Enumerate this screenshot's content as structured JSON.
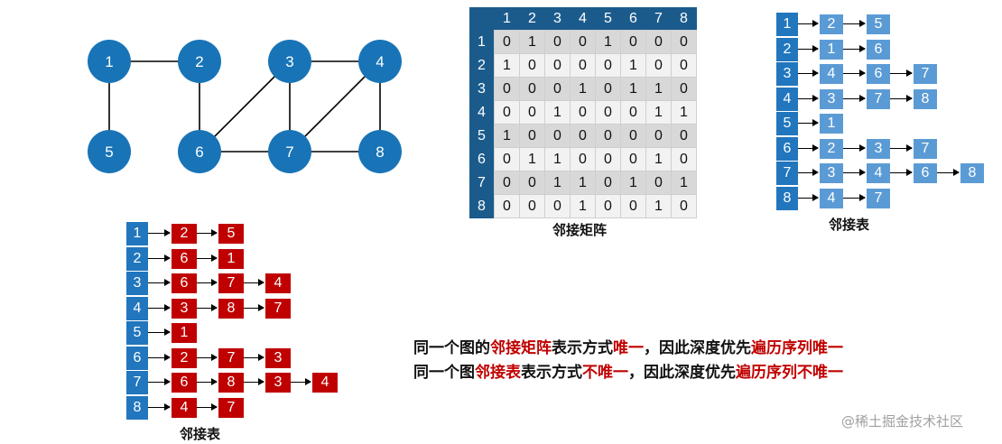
{
  "graph": {
    "nodes": [
      "1",
      "2",
      "3",
      "4",
      "5",
      "6",
      "7",
      "8"
    ],
    "edges": [
      [
        "1",
        "2"
      ],
      [
        "1",
        "5"
      ],
      [
        "2",
        "6"
      ],
      [
        "3",
        "4"
      ],
      [
        "3",
        "6"
      ],
      [
        "3",
        "7"
      ],
      [
        "4",
        "7"
      ],
      [
        "4",
        "8"
      ],
      [
        "6",
        "7"
      ],
      [
        "7",
        "8"
      ]
    ],
    "node_color": "#1874b7",
    "edge_color": "#000000"
  },
  "matrix": {
    "labels": [
      "1",
      "2",
      "3",
      "4",
      "5",
      "6",
      "7",
      "8"
    ],
    "rows": [
      [
        "0",
        "1",
        "0",
        "0",
        "1",
        "0",
        "0",
        "0"
      ],
      [
        "1",
        "0",
        "0",
        "0",
        "0",
        "1",
        "0",
        "0"
      ],
      [
        "0",
        "0",
        "0",
        "1",
        "0",
        "1",
        "1",
        "0"
      ],
      [
        "0",
        "0",
        "1",
        "0",
        "0",
        "0",
        "1",
        "1"
      ],
      [
        "1",
        "0",
        "0",
        "0",
        "0",
        "0",
        "0",
        "0"
      ],
      [
        "0",
        "1",
        "1",
        "0",
        "0",
        "0",
        "1",
        "0"
      ],
      [
        "0",
        "0",
        "1",
        "1",
        "0",
        "1",
        "0",
        "1"
      ],
      [
        "0",
        "0",
        "0",
        "1",
        "0",
        "0",
        "1",
        "0"
      ]
    ],
    "caption": "邻接矩阵",
    "header_color": "#1b5b8c"
  },
  "list_blue": {
    "caption": "邻接表",
    "color": "#5b9bd5",
    "rows": [
      {
        "head": "1",
        "items": [
          "2",
          "5"
        ]
      },
      {
        "head": "2",
        "items": [
          "1",
          "6"
        ]
      },
      {
        "head": "3",
        "items": [
          "4",
          "6",
          "7"
        ]
      },
      {
        "head": "4",
        "items": [
          "3",
          "7",
          "8"
        ]
      },
      {
        "head": "5",
        "items": [
          "1"
        ]
      },
      {
        "head": "6",
        "items": [
          "2",
          "3",
          "7"
        ]
      },
      {
        "head": "7",
        "items": [
          "3",
          "4",
          "6",
          "8"
        ]
      },
      {
        "head": "8",
        "items": [
          "4",
          "7"
        ]
      }
    ]
  },
  "list_red": {
    "caption": "邻接表",
    "color": "#c00000",
    "rows": [
      {
        "head": "1",
        "items": [
          "2",
          "5"
        ]
      },
      {
        "head": "2",
        "items": [
          "6",
          "1"
        ]
      },
      {
        "head": "3",
        "items": [
          "6",
          "7",
          "4"
        ]
      },
      {
        "head": "4",
        "items": [
          "3",
          "8",
          "7"
        ]
      },
      {
        "head": "5",
        "items": [
          "1"
        ]
      },
      {
        "head": "6",
        "items": [
          "2",
          "7",
          "3"
        ]
      },
      {
        "head": "7",
        "items": [
          "6",
          "8",
          "3",
          "4"
        ]
      },
      {
        "head": "8",
        "items": [
          "4",
          "7"
        ]
      }
    ]
  },
  "notes": [
    {
      "segments": [
        {
          "text": "同一个图的",
          "hl": false
        },
        {
          "text": "邻接矩阵",
          "hl": true
        },
        {
          "text": "表示方式",
          "hl": false
        },
        {
          "text": "唯一",
          "hl": true
        },
        {
          "text": "，因此深度优先",
          "hl": false
        },
        {
          "text": "遍历序列唯一",
          "hl": true
        }
      ]
    },
    {
      "segments": [
        {
          "text": "同一个图",
          "hl": false
        },
        {
          "text": "邻接表",
          "hl": true
        },
        {
          "text": "表示方式",
          "hl": false
        },
        {
          "text": "不唯一",
          "hl": true
        },
        {
          "text": "，因此深度优先",
          "hl": false
        },
        {
          "text": "遍历序列不唯一",
          "hl": true
        }
      ]
    }
  ],
  "watermark": "@稀土掘金技术社区"
}
